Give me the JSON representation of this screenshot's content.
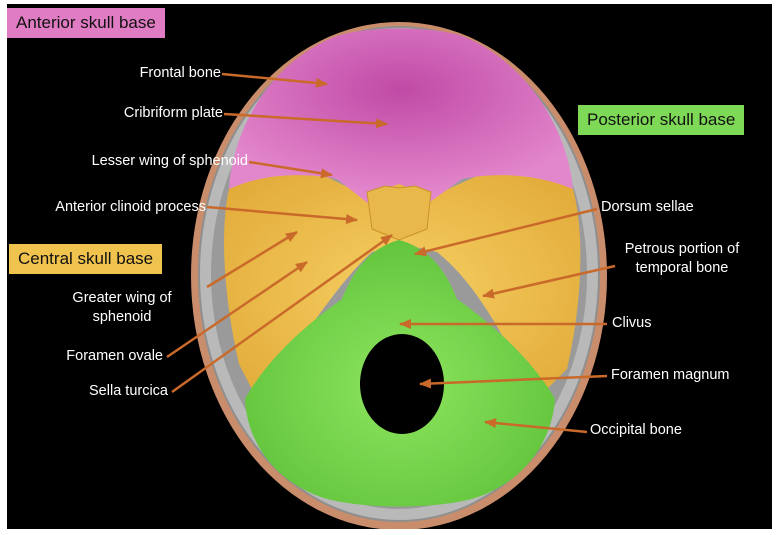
{
  "regions": {
    "anterior": "Anterior skull base",
    "posterior": "Posterior skull base",
    "central": "Central skull base"
  },
  "labels": {
    "frontal_bone": "Frontal bone",
    "cribriform_plate": "Cribriform plate",
    "lesser_wing": "Lesser wing of sphenoid",
    "anterior_clinoid": "Anterior clinoid process",
    "greater_wing_line1": "Greater wing of",
    "greater_wing_line2": "sphenoid",
    "foramen_ovale": "Foramen ovale",
    "sella_turcica": "Sella turcica",
    "dorsum_sellae": "Dorsum sellae",
    "petrous_line1": "Petrous portion of",
    "petrous_line2": "temporal bone",
    "clivus": "Clivus",
    "foramen_magnum": "Foramen magnum",
    "occipital_bone": "Occipital bone"
  },
  "colors": {
    "background": "#000000",
    "anterior": "#e07cc4",
    "central": "#f0c24e",
    "posterior": "#7ed957",
    "arrow": "#c9692a",
    "skull_rim": "#b8b8b8"
  }
}
